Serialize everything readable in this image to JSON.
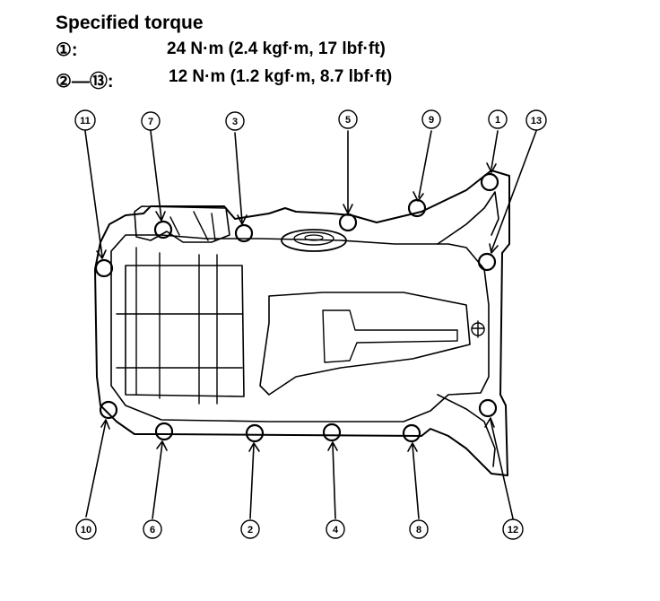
{
  "title": "Specified torque",
  "specs": [
    {
      "key": "①:",
      "value": "24 N·m (2.4 kgf·m, 17 lbf·ft)"
    },
    {
      "key": "②—⑬:",
      "value": "12 N·m (1.2 kgf·m, 8.7 lbf·ft)"
    }
  ],
  "callouts": {
    "b1": "1",
    "b2": "2",
    "b3": "3",
    "b4": "4",
    "b5": "5",
    "b6": "6",
    "b7": "7",
    "b8": "8",
    "b9": "9",
    "b10": "10",
    "b11": "11",
    "b12": "12",
    "b13": "13"
  }
}
